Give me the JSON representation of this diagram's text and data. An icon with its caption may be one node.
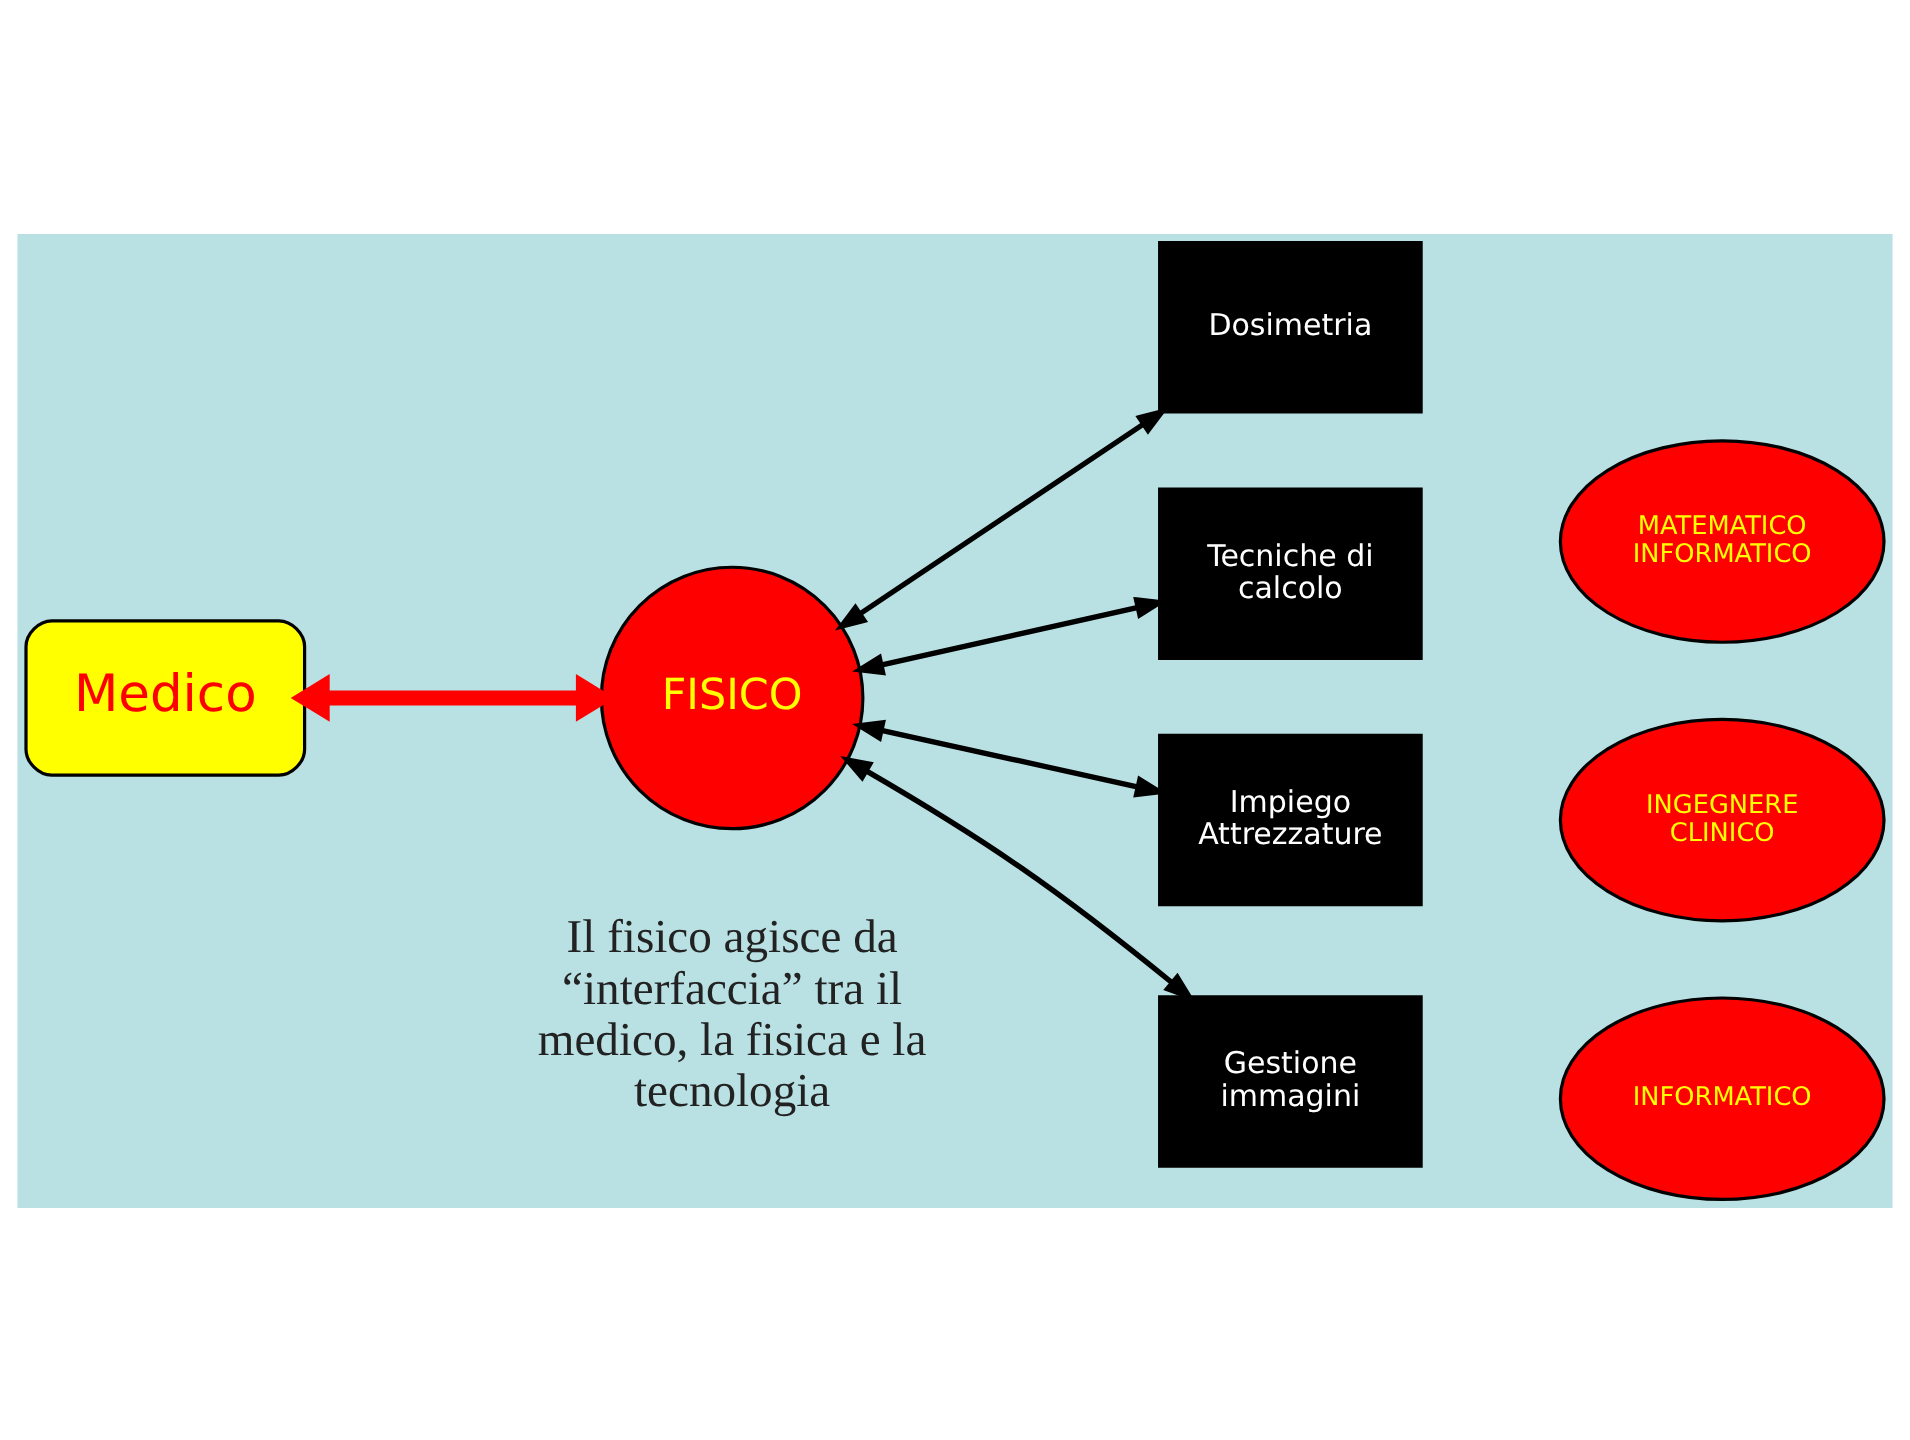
{
  "diagram": {
    "nodes": [
      {
        "text": [
          "Medico"
        ]
      },
      {
        "text": [
          "FISICO"
        ]
      },
      {
        "text": [
          "Dosimetria"
        ]
      },
      {
        "text": [
          "Tecniche di calcolo"
        ]
      },
      {
        "text": [
          "Impiego Attrezzature"
        ]
      },
      {
        "text": [
          "Gestione immagini"
        ]
      },
      {
        "text": [
          "MATEMATICO INFORMATICO"
        ]
      },
      {
        "text": [
          "INGEGNERE CLINICO"
        ]
      },
      {
        "text": [
          "INFORMATICO"
        ]
      }
    ],
    "edges": [
      {
        "from": 0,
        "to": 1,
        "arrow": "both",
        "style": "thick",
        "color": "#ff0000"
      },
      {
        "from": 1,
        "to": 2,
        "arrow": "both"
      },
      {
        "from": 1,
        "to": 3,
        "arrow": "both"
      },
      {
        "from": 1,
        "to": 4,
        "arrow": "both"
      },
      {
        "from": 1,
        "to": 5,
        "arrow": "both"
      }
    ],
    "labels": [
      "Il fisico agisce da “interfaccia” tra il medico, la fisica e la tecnologia"
    ]
  }
}
